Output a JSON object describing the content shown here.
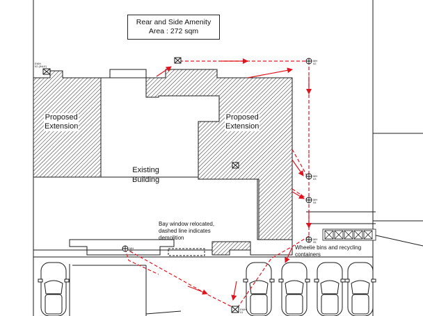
{
  "amenity": {
    "line1": "Rear and Side Amenity",
    "line2": "Area : 272 sqm"
  },
  "labels": {
    "extension_left_1": "Proposed",
    "extension_left_2": "Extension",
    "extension_right_1": "Proposed",
    "extension_right_2": "Extension",
    "existing_1": "Existing",
    "existing_2": "Building",
    "bay_1": "Bay window relocated,",
    "bay_2": "dashed line indicates",
    "bay_3": "demolition",
    "bins_1": "Wheelie bins and recycling",
    "bins_2": "containers"
  },
  "manholes": {
    "emh02_1": "EMH",
    "emh02_2": "02 (INLE)",
    "mh02_1": "MH",
    "mh02_2": "02",
    "mh03_1": "MH",
    "mh03_2": "03",
    "mh04_1": "MH",
    "mh04_2": "04",
    "mh05_1": "MH",
    "mh05_2": "05",
    "mh01_1": "MH",
    "mh01_2": "01",
    "emh01_1": "EMH",
    "emh01_2": "01"
  },
  "colors": {
    "drain": "#e0141e",
    "line": "#1a1a1a",
    "hatch": "#2a2a2a"
  }
}
